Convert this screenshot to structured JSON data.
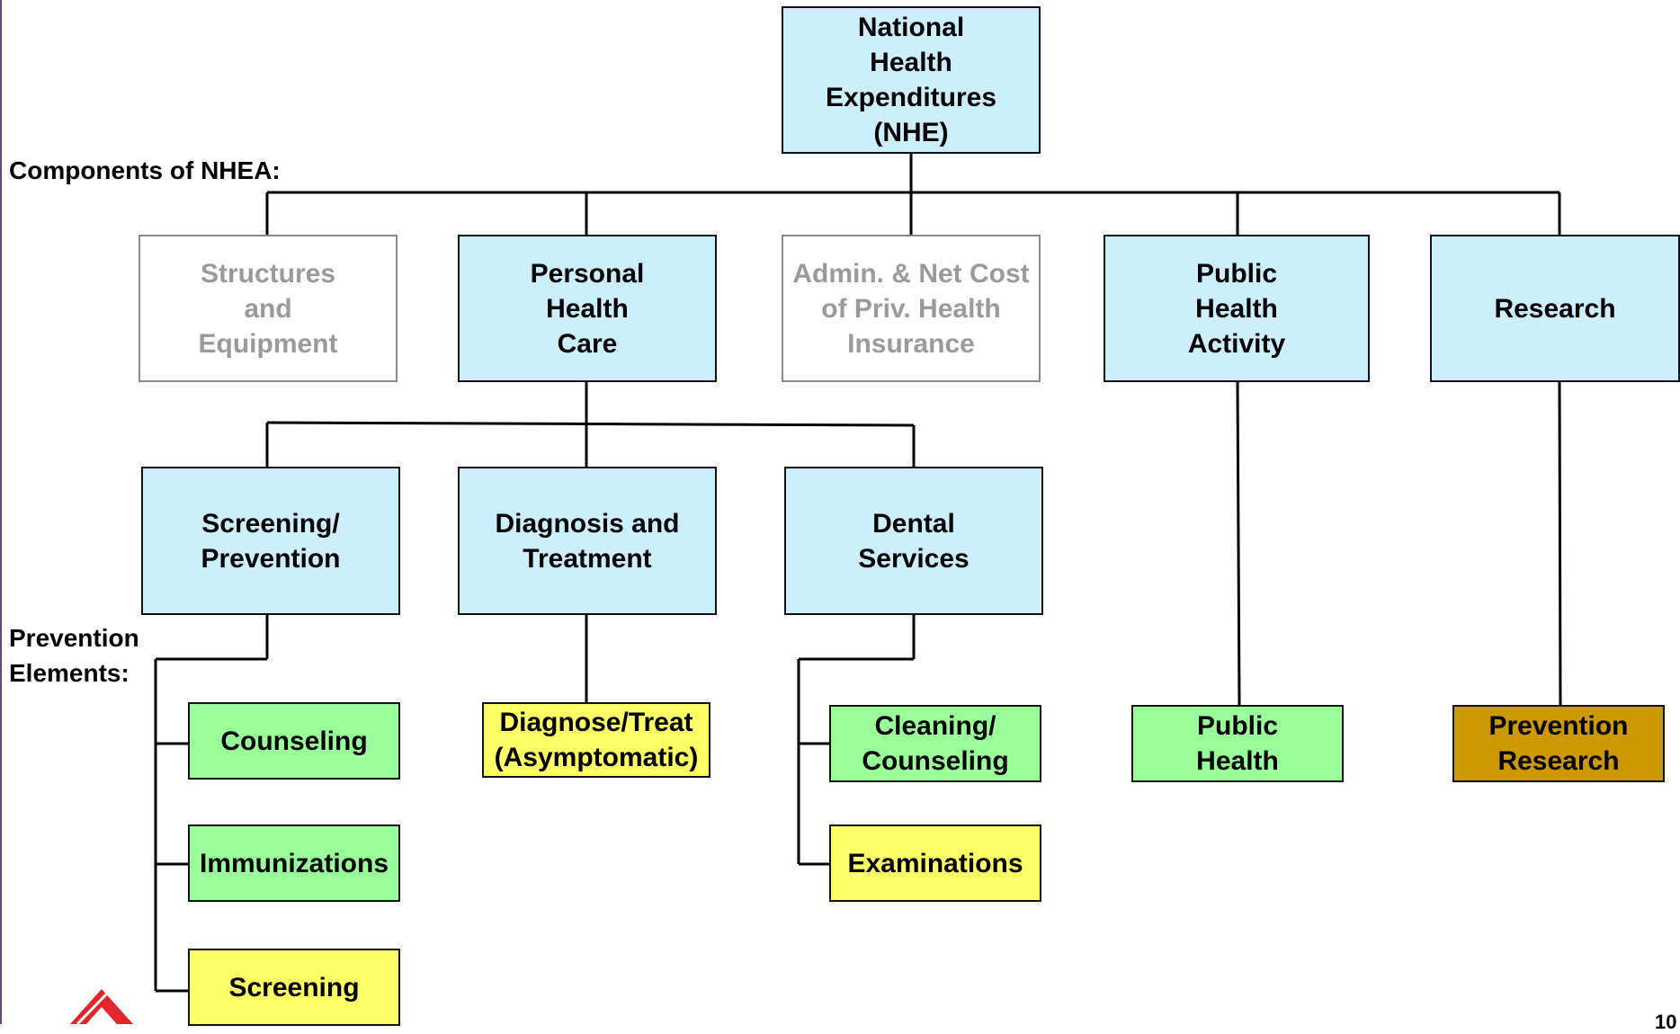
{
  "labels": {
    "components": "Components of NHEA:",
    "prevention_elements": "Prevention\nElements:"
  },
  "boxes": {
    "nhe": "National\nHealth\nExpenditures\n(NHE)",
    "structures": "Structures\nand\nEquipment",
    "personal_health_care": "Personal\nHealth\nCare",
    "admin": "Admin. & Net Cost\nof Priv. Health\nInsurance",
    "public_health_activity": "Public\nHealth\nActivity",
    "research": "Research",
    "screening_prevention": "Screening/\nPrevention",
    "diagnosis_treatment": "Diagnosis and\nTreatment",
    "dental_services": "Dental\nServices",
    "counseling": "Counseling",
    "immunizations": "Immunizations",
    "screening": "Screening",
    "diagnose_treat": "Diagnose/Treat\n(Asymptomatic)",
    "cleaning_counseling": "Cleaning/\nCounseling",
    "examinations": "Examinations",
    "public_health": "Public\nHealth",
    "prevention_research": "Prevention\nResearch"
  },
  "colors": {
    "level_blue": "#cceeff",
    "prevention_green": "#99ff99",
    "prevention_yellow": "#ffff66",
    "research_gold": "#cc9900",
    "muted_text": "#9a9a9a",
    "logo_red": "#e0262b"
  },
  "logo": "red-triangle-logo-icon",
  "page_number": "10"
}
